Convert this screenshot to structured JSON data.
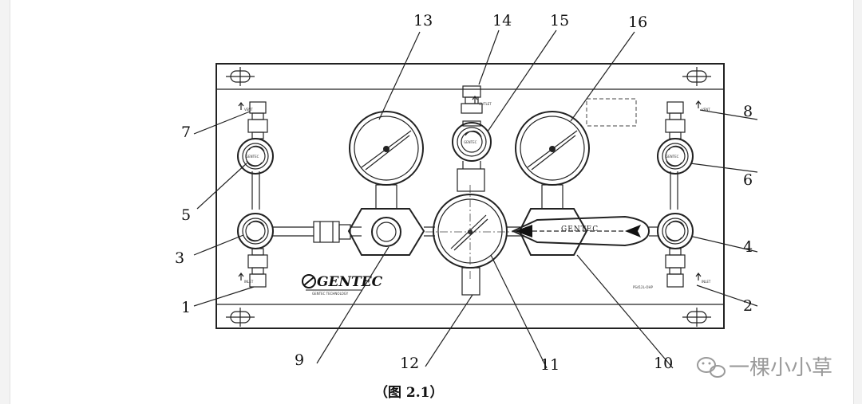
{
  "callouts": [
    "1",
    "2",
    "3",
    "4",
    "5",
    "6",
    "7",
    "8",
    "9",
    "10",
    "11",
    "12",
    "13",
    "14",
    "15",
    "16"
  ],
  "panel": {
    "brand_logo": "GENTEC",
    "brand_subtitle": "GENTEC TECHNOLOGY",
    "model": "PS412L-OHP",
    "regulator_brand": "GENTEC",
    "handle_brand": "GENTEC",
    "port_labels": {
      "vent": "VENT",
      "inlet": "INLET",
      "outlet": "OUTLET"
    }
  },
  "caption": "（图 2.1）",
  "watermark": "一棵小小草"
}
